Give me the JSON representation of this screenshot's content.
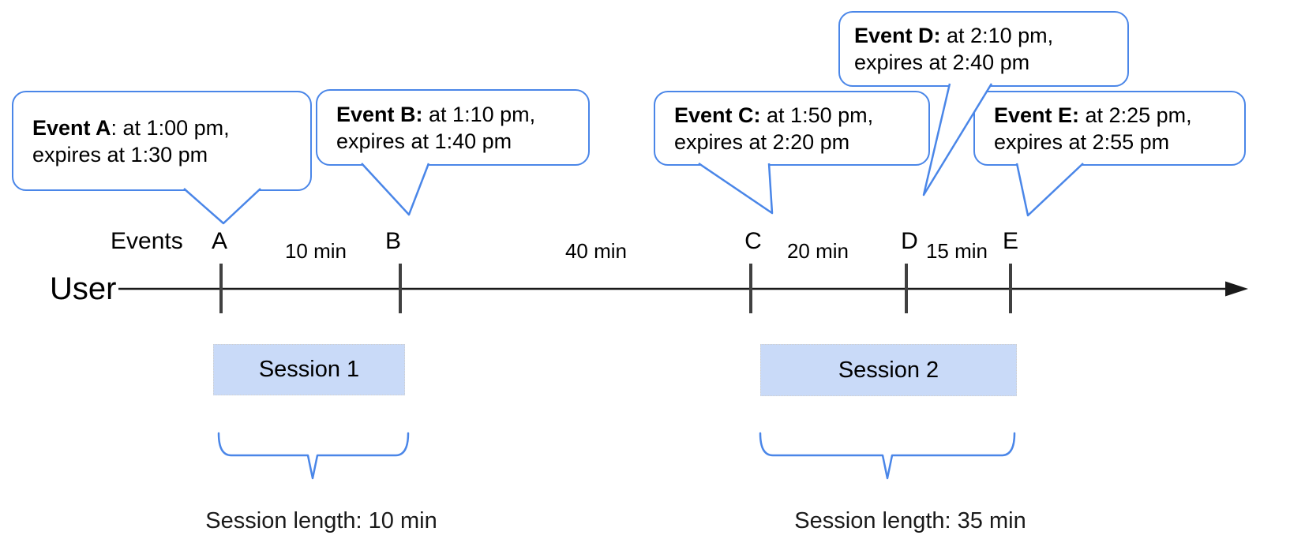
{
  "colors": {
    "accent_blue": "#4a86e8",
    "session_fill": "#c9daf8",
    "tick_gray": "#404040",
    "line_black": "#1a1a1a"
  },
  "bubbles": [
    {
      "bold": "Event A",
      "rest": ": at 1:00 pm,",
      "line2": "expires at 1:30 pm"
    },
    {
      "bold": "Event B:",
      "rest": " at 1:10 pm,",
      "line2": "expires at 1:40 pm"
    },
    {
      "bold": "Event C:",
      "rest": " at 1:50 pm,",
      "line2": "expires at 2:20 pm"
    },
    {
      "bold": "Event D:",
      "rest": " at 2:10 pm,",
      "line2": "expires at 2:40 pm"
    },
    {
      "bold": "Event E:",
      "rest": " at 2:25 pm,",
      "line2": "expires at 2:55 pm"
    }
  ],
  "timeline": {
    "user_label": "User",
    "events_label": "Events",
    "marks": [
      "A",
      "B",
      "C",
      "D",
      "E"
    ],
    "gap_labels": [
      "10 min",
      "40 min",
      "20 min",
      "15 min"
    ]
  },
  "sessions": [
    {
      "label": "Session 1",
      "length_label": "Session length: 10 min"
    },
    {
      "label": "Session 2",
      "length_label": "Session length: 35 min"
    }
  ]
}
